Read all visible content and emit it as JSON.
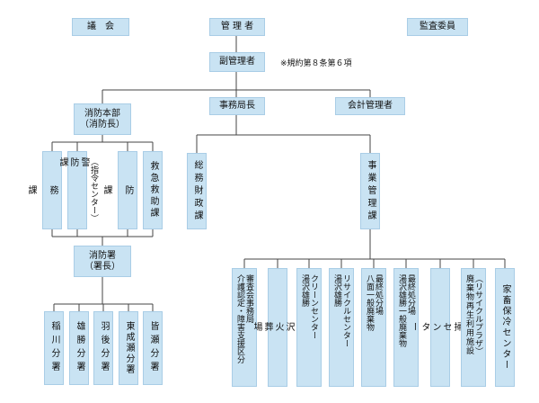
{
  "top": {
    "assembly": "議　会",
    "manager": "管 理 者",
    "auditor": "監査委員",
    "deputy": "副管理者",
    "note": "※規約第８条第６項"
  },
  "level2": {
    "fire_hq_line1": "消防本部",
    "fire_hq_line2": "（消防長）",
    "secretariat": "事務局長",
    "accountant": "会計管理者"
  },
  "fire_divisions": [
    "総\n\n務\n\n課",
    "警\n防\n課",
    "予\n\n防\n\n課",
    "救急救助課"
  ],
  "command_center_note": "（指令センター）",
  "secretariat_divisions": {
    "general": "総務財政課",
    "business": "事業管理課"
  },
  "station": {
    "line1": "消防署",
    "line2": "（署長）"
  },
  "branches": [
    "稲川分署",
    "雄勝分署",
    "羽後分署",
    "東成瀬分署",
    "皆瀬分署"
  ],
  "facilities": [
    {
      "col1": "介護認定・障害支援区分",
      "col2": "審査会事務局"
    },
    {
      "col1": "湯\n沢\n火\n葬\n場"
    },
    {
      "col1": "湯沢雄勝",
      "col2": "クリーンセンター"
    },
    {
      "col1": "湯沢雄勝",
      "col2": "リサイクルセンター"
    },
    {
      "col1": "八面一般廃棄物",
      "col2": "最終処分場"
    },
    {
      "col1": "湯沢雄勝一般廃棄物",
      "col2": "最終処分場"
    },
    {
      "col1": "清\n掃\nセ\nン\nタ\nー"
    },
    {
      "col1": "廃棄物再生利用施設",
      "col2": "（リサイクルプラザ）"
    },
    {
      "col1": "家畜保冷センター"
    }
  ]
}
